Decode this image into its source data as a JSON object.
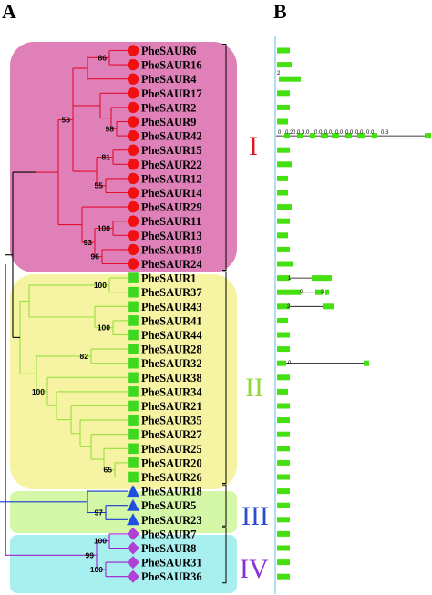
{
  "panels": {
    "a": "A",
    "b": "B"
  },
  "groups": [
    {
      "id": "I",
      "label": "I",
      "fill": "#e080b8",
      "text_color": "#e0141e"
    },
    {
      "id": "II",
      "label": "II",
      "fill": "#f6f4a2",
      "text_color": "#8fd83c"
    },
    {
      "id": "III",
      "label": "III",
      "fill": "#d4f8a8",
      "text_color": "#2b4bd0"
    },
    {
      "id": "IV",
      "label": "IV",
      "fill": "#a8f0f0",
      "text_color": "#8c30d6"
    }
  ],
  "branch_colors": {
    "I": "#e01030",
    "II": "#98e040",
    "III": "#1838d0",
    "IV": "#a020d0",
    "root": "#000000"
  },
  "marker_colors": {
    "I": "#f01010",
    "II": "#3ed820",
    "III": "#2050e0",
    "IV": "#b040d8"
  },
  "genes": [
    {
      "name": "PheSAUR6",
      "group": "I"
    },
    {
      "name": "PheSAUR16",
      "group": "I"
    },
    {
      "name": "PheSAUR4",
      "group": "I"
    },
    {
      "name": "PheSAUR17",
      "group": "I"
    },
    {
      "name": "PheSAUR2",
      "group": "I"
    },
    {
      "name": "PheSAUR9",
      "group": "I"
    },
    {
      "name": "PheSAUR42",
      "group": "I"
    },
    {
      "name": "PheSAUR15",
      "group": "I"
    },
    {
      "name": "PheSAUR22",
      "group": "I"
    },
    {
      "name": "PheSAUR12",
      "group": "I"
    },
    {
      "name": "PheSAUR14",
      "group": "I"
    },
    {
      "name": "PheSAUR29",
      "group": "I"
    },
    {
      "name": "PheSAUR11",
      "group": "I"
    },
    {
      "name": "PheSAUR13",
      "group": "I"
    },
    {
      "name": "PheSAUR19",
      "group": "I"
    },
    {
      "name": "PheSAUR24",
      "group": "I"
    },
    {
      "name": "PheSAUR1",
      "group": "II"
    },
    {
      "name": "PheSAUR37",
      "group": "II"
    },
    {
      "name": "PheSAUR43",
      "group": "II"
    },
    {
      "name": "PheSAUR41",
      "group": "II"
    },
    {
      "name": "PheSAUR44",
      "group": "II"
    },
    {
      "name": "PheSAUR28",
      "group": "II"
    },
    {
      "name": "PheSAUR32",
      "group": "II"
    },
    {
      "name": "PheSAUR38",
      "group": "II"
    },
    {
      "name": "PheSAUR34",
      "group": "II"
    },
    {
      "name": "PheSAUR21",
      "group": "II"
    },
    {
      "name": "PheSAUR35",
      "group": "II"
    },
    {
      "name": "PheSAUR27",
      "group": "II"
    },
    {
      "name": "PheSAUR25",
      "group": "II"
    },
    {
      "name": "PheSAUR20",
      "group": "II"
    },
    {
      "name": "PheSAUR26",
      "group": "II"
    },
    {
      "name": "PheSAUR18",
      "group": "III"
    },
    {
      "name": "PheSAUR5",
      "group": "III"
    },
    {
      "name": "PheSAUR23",
      "group": "III"
    },
    {
      "name": "PheSAUR7",
      "group": "IV"
    },
    {
      "name": "PheSAUR8",
      "group": "IV"
    },
    {
      "name": "PheSAUR31",
      "group": "IV"
    },
    {
      "name": "PheSAUR36",
      "group": "IV"
    }
  ],
  "bootstrap_values": [
    {
      "value": "86",
      "group": "I"
    },
    {
      "value": "98",
      "group": "I"
    },
    {
      "value": "81",
      "group": "I"
    },
    {
      "value": "55",
      "group": "I"
    },
    {
      "value": "53",
      "group": "I"
    },
    {
      "value": "100",
      "group": "I"
    },
    {
      "value": "93",
      "group": "I"
    },
    {
      "value": "96",
      "group": "I"
    },
    {
      "value": "100",
      "group": "II"
    },
    {
      "value": "100",
      "group": "II"
    },
    {
      "value": "82",
      "group": "II"
    },
    {
      "value": "100",
      "group": "II"
    },
    {
      "value": "65",
      "group": "II"
    },
    {
      "value": "97",
      "group": "III"
    },
    {
      "value": "100",
      "group": "IV"
    },
    {
      "value": "99",
      "group": "IV"
    },
    {
      "value": "100",
      "group": "IV"
    }
  ],
  "gene_structure": {
    "exon_color": "#44e010",
    "intron_color": "#000000",
    "axis_color": "#7ec8e8",
    "position_labels": [
      "2",
      "0",
      "0.2",
      "0.0",
      "3.0",
      "0.0",
      "0.0",
      "0.0",
      "0.0",
      "0.0",
      "0.0",
      "0.3",
      "1",
      "0",
      "2",
      "2",
      "0"
    ]
  }
}
